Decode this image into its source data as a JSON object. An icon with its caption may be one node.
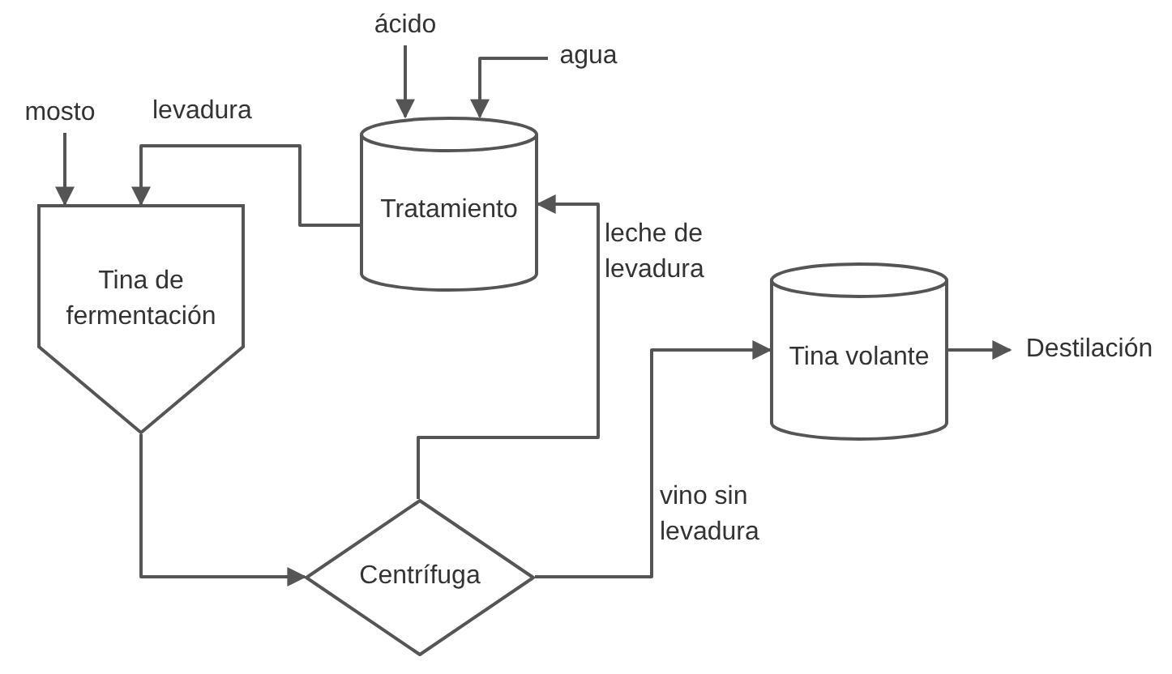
{
  "diagram": {
    "nodes": [
      {
        "text": [
          "mosto"
        ]
      },
      {
        "text": [
          "Tina de fermentación"
        ]
      },
      {
        "text": [
          "Tratamiento"
        ]
      },
      {
        "text": [
          "ácido"
        ]
      },
      {
        "text": [
          "agua"
        ]
      },
      {
        "text": [
          "Centrífuga"
        ]
      },
      {
        "text": [
          "Tina volante"
        ]
      },
      {
        "text": [
          "Destilación"
        ]
      }
    ],
    "edges": [
      {
        "from": 0,
        "to": 1,
        "arrow": "to"
      },
      {
        "from": 2,
        "to": 1,
        "arrow": "to",
        "label": "levadura"
      },
      {
        "from": 3,
        "to": 2,
        "arrow": "to"
      },
      {
        "from": 4,
        "to": 2,
        "arrow": "to"
      },
      {
        "from": 1,
        "to": 5,
        "arrow": "to"
      },
      {
        "from": 5,
        "to": 2,
        "arrow": "to",
        "label": "leche de levadura"
      },
      {
        "from": 5,
        "to": 6,
        "arrow": "to",
        "label": "vino sin levadura"
      },
      {
        "from": 6,
        "to": 7,
        "arrow": "to"
      }
    ]
  }
}
